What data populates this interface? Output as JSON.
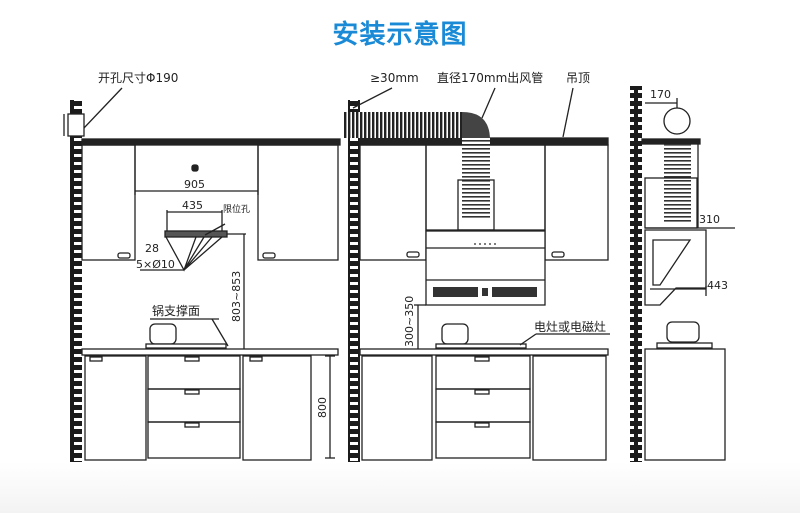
{
  "title": "安装示意图",
  "colors": {
    "title": "#1a8ad6",
    "line": "#222222"
  },
  "left_view": {
    "hole_size_label": "开孔尺寸Φ190",
    "width_905": "905",
    "width_435": "435",
    "limit_hole_label": "限位孔",
    "dim_28": "28",
    "holes_label": "5×Ø10",
    "height_range": "803~853",
    "support_surface_label": "锅支撑面",
    "counter_height": "800"
  },
  "middle_view": {
    "gap_label": "≥30mm",
    "duct_label": "直径170mm出风管",
    "ceiling_label": "吊顶",
    "hood_height_range": "300~350",
    "stove_label": "电灶或电磁灶"
  },
  "right_view": {
    "duct_offset": "170",
    "depth_310": "310",
    "depth_443": "443"
  }
}
